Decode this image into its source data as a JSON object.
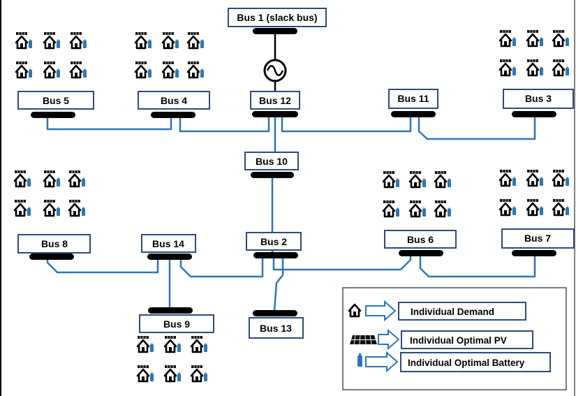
{
  "buses": {
    "b1": "Bus 1 (slack bus)",
    "b2": "Bus 2",
    "b3": "Bus 3",
    "b4": "Bus 4",
    "b5": "Bus 5",
    "b6": "Bus 6",
    "b7": "Bus 7",
    "b8": "Bus 8",
    "b9": "Bus 9",
    "b10": "Bus 10",
    "b11": "Bus 11",
    "b12": "Bus 12",
    "b13": "Bus 13",
    "b14": "Bus 14"
  },
  "legend": {
    "demand": "Individual Demand",
    "pv": "Individual Optimal PV",
    "battery": "Individual Optimal Battery"
  },
  "colors": {
    "line": "#2E75B6",
    "box_border": "#2F4A7A",
    "battery": "#2E75B6",
    "bus_bar": "#000000"
  },
  "icons": {
    "demand": "house-icon",
    "pv": "solar-panel-icon",
    "battery": "battery-icon",
    "generator": "ac-generator-icon",
    "arrow": "arrow-right-icon"
  }
}
